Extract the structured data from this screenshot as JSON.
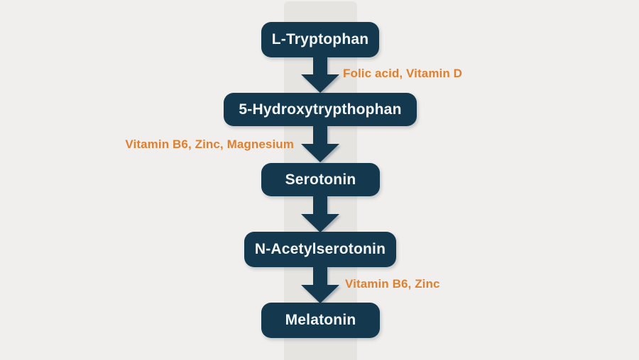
{
  "pathway": {
    "steps": [
      {
        "label": "L-Tryptophan"
      },
      {
        "label": "5-Hydroxytrypthophan"
      },
      {
        "label": "Serotonin"
      },
      {
        "label": "N-Acetylserotonin"
      },
      {
        "label": "Melatonin"
      }
    ],
    "cofactors": [
      {
        "text": "Folic acid, Vitamin D",
        "between": "L-Tryptophan → 5-Hydroxytrypthophan",
        "side": "right"
      },
      {
        "text": "Vitamin B6, Zinc, Magnesium",
        "between": "5-Hydroxytrypthophan → Serotonin",
        "side": "left"
      },
      {
        "text": "Vitamin B6, Zinc",
        "between": "N-Acetylserotonin → Melatonin",
        "side": "right"
      }
    ]
  },
  "colors": {
    "background": "#F0EFED",
    "stripe": "#E6E4E1",
    "box": "#14384E",
    "boxtext": "#F4F7F8",
    "cofactor": "#DF8030"
  }
}
